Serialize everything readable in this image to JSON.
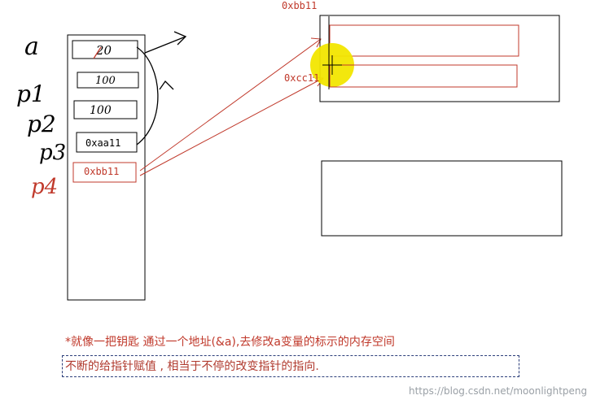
{
  "variables": {
    "a": {
      "label": "a",
      "value": "20"
    },
    "p1": {
      "label": "p1",
      "value": "100"
    },
    "p2": {
      "label": "p2",
      "value": "100"
    },
    "p3": {
      "label": "p3",
      "value": "0xaa11"
    },
    "p4": {
      "label": "p4",
      "value": "0xbb11"
    }
  },
  "heap": {
    "address_top": "0xbb11",
    "address_mid": "0xcc11"
  },
  "notes": {
    "line1": "*就像一把钥匙 通过一个地址(&a),去修改a变量的标示的内存空间",
    "line2": "不断的给指针赋值 , 相当于不停的改变指针的指向."
  },
  "watermark": "https://blog.csdn.net/moonlightpeng",
  "colors": {
    "ink": "#000000",
    "annotation_red": "#c0392b",
    "highlight_yellow": "#f2e600",
    "selection_blue": "#2c3e7a"
  }
}
